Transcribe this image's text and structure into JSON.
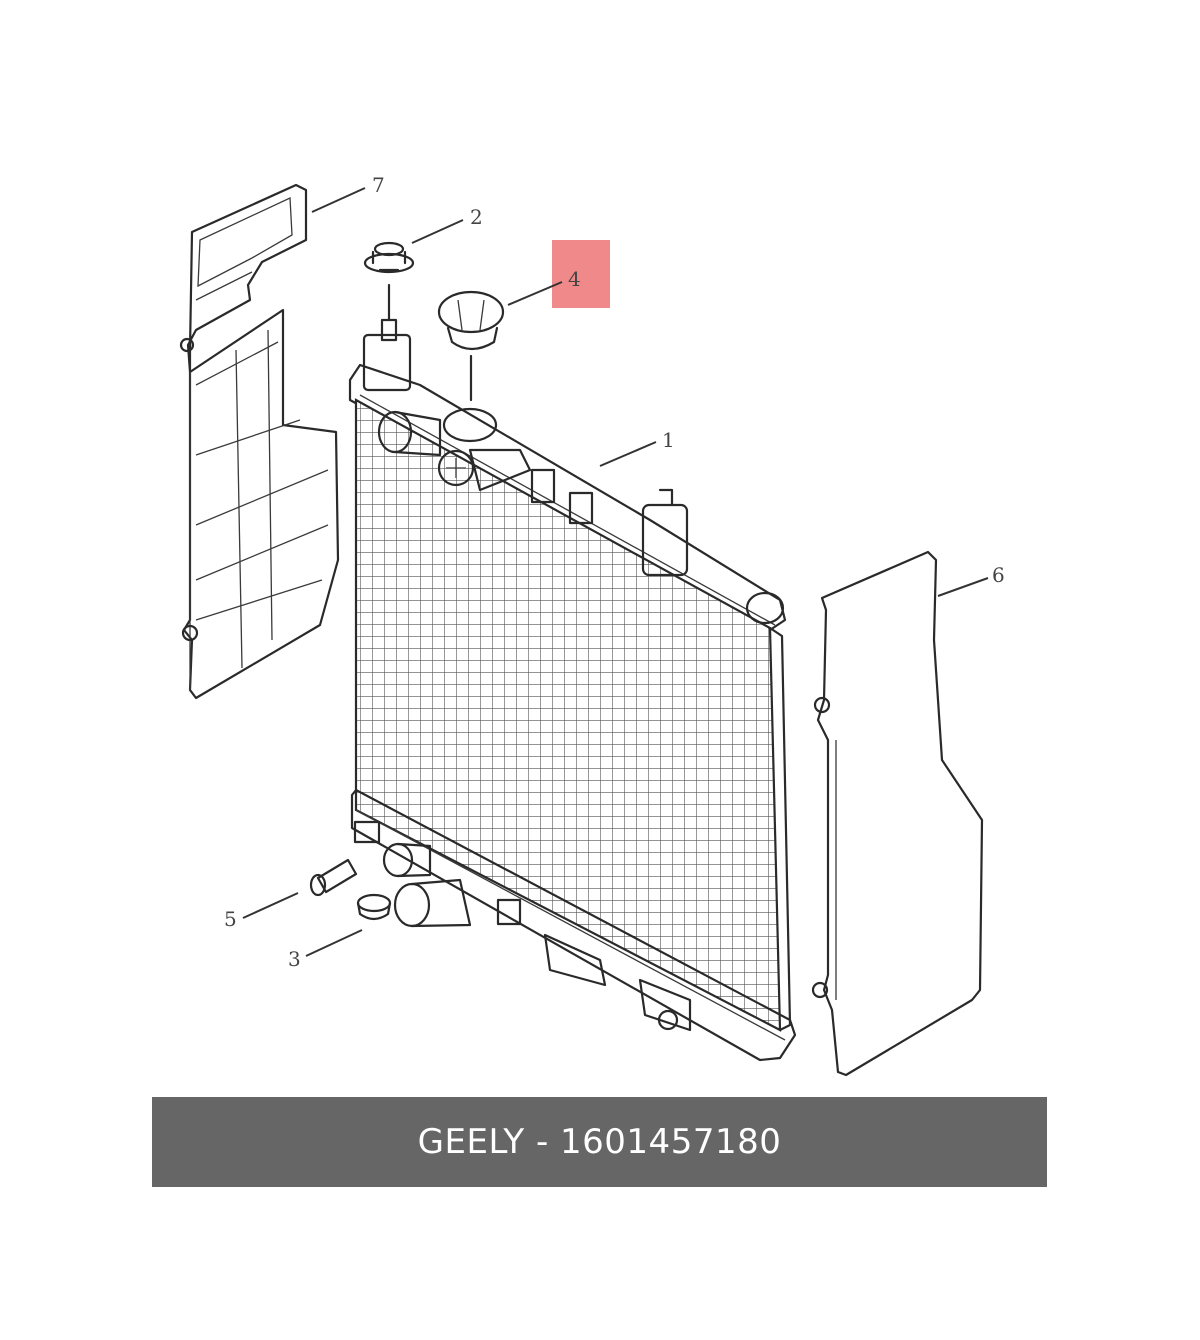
{
  "diagram": {
    "callouts": [
      {
        "id": "1",
        "label": "1"
      },
      {
        "id": "2",
        "label": "2"
      },
      {
        "id": "3",
        "label": "3"
      },
      {
        "id": "4",
        "label": "4",
        "highlighted": true
      },
      {
        "id": "5",
        "label": "5"
      },
      {
        "id": "6",
        "label": "6"
      },
      {
        "id": "7",
        "label": "7"
      }
    ],
    "highlight_color": "#f08a8a",
    "line_color": "#2a2a2a"
  },
  "caption": {
    "text": "GEELY - 1601457180",
    "background_color": "#666666",
    "text_color": "#ffffff"
  }
}
